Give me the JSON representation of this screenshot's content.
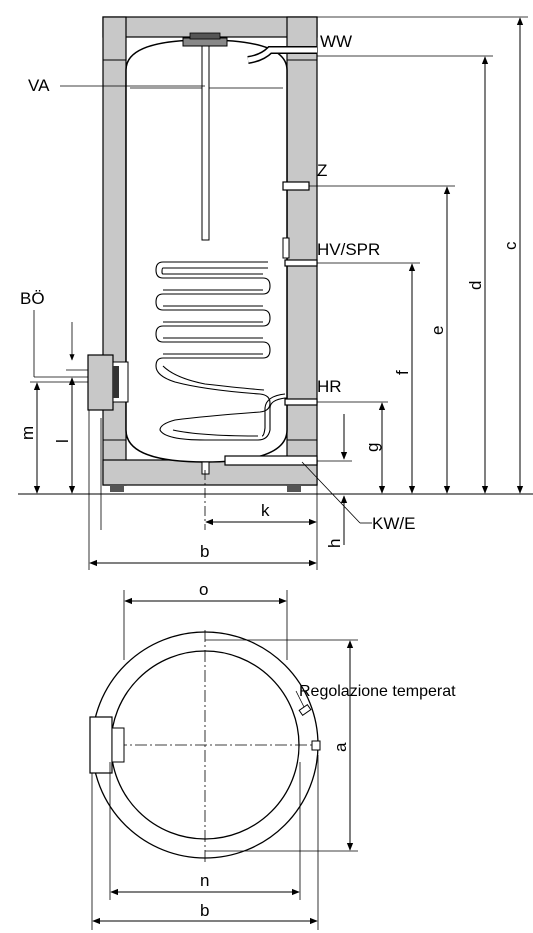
{
  "side_view": {
    "labels": {
      "ww": "WW",
      "va": "VA",
      "z": "Z",
      "hv_spr": "HV/SPR",
      "bo": "BÖ",
      "hr": "HR",
      "kw_e": "KW/E"
    },
    "dimensions": {
      "a_c": "c",
      "a_d": "d",
      "a_e": "e",
      "a_f": "f",
      "a_g": "g",
      "a_h": "h",
      "a_k": "k",
      "a_l": "l",
      "a_m": "m",
      "a_b": "b"
    }
  },
  "top_view": {
    "labels": {
      "temp": "Regolazione temperat"
    },
    "dimensions": {
      "o": "o",
      "a": "a",
      "n": "n",
      "b": "b"
    }
  },
  "colors": {
    "insulation": "#c8c8c8",
    "line": "#000000"
  }
}
